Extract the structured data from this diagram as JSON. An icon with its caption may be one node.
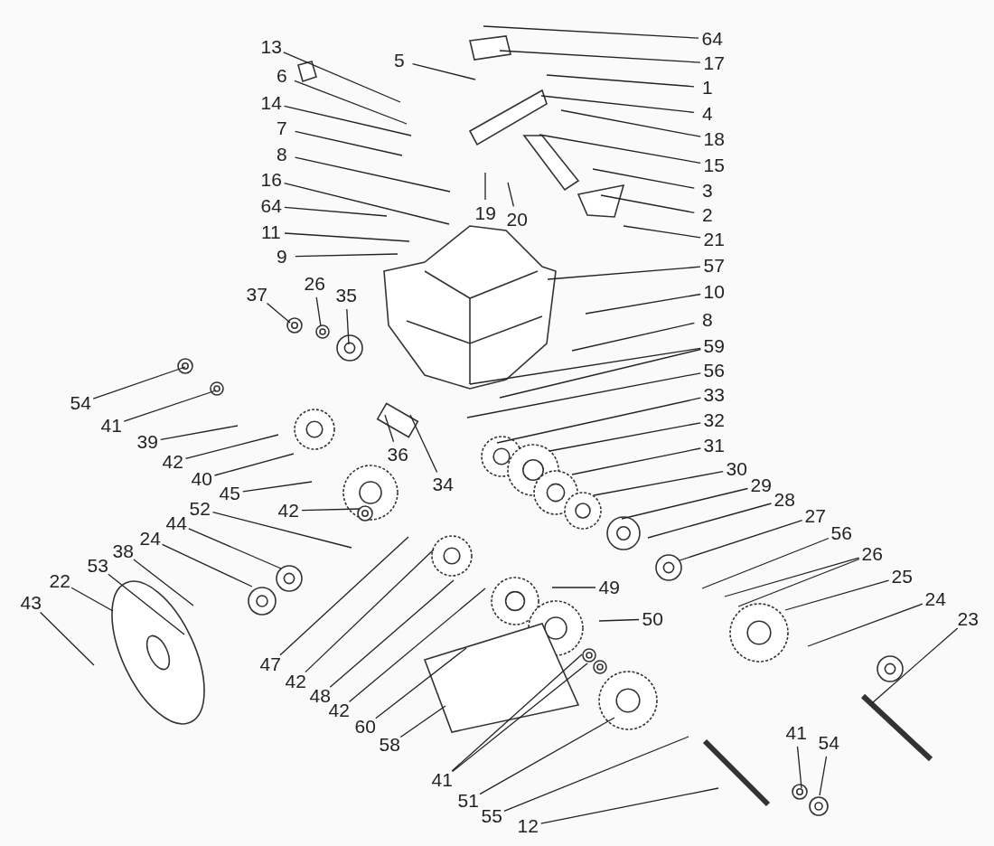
{
  "diagram": {
    "nodes": [
      {
        "text": [
          "64"
        ]
      },
      {
        "text": [
          "13"
        ]
      },
      {
        "text": [
          "5"
        ]
      },
      {
        "text": [
          "17"
        ]
      },
      {
        "text": [
          "6"
        ]
      },
      {
        "text": [
          "1"
        ]
      },
      {
        "text": [
          "14"
        ]
      },
      {
        "text": [
          "4"
        ]
      },
      {
        "text": [
          "7"
        ]
      },
      {
        "text": [
          "18"
        ]
      },
      {
        "text": [
          "8"
        ]
      },
      {
        "text": [
          "15"
        ]
      },
      {
        "text": [
          "16"
        ]
      },
      {
        "text": [
          "3"
        ]
      },
      {
        "text": [
          "64"
        ]
      },
      {
        "text": [
          "19"
        ]
      },
      {
        "text": [
          "2"
        ]
      },
      {
        "text": [
          "20"
        ]
      },
      {
        "text": [
          "11"
        ]
      },
      {
        "text": [
          "21"
        ]
      },
      {
        "text": [
          "9"
        ]
      },
      {
        "text": [
          "57"
        ]
      },
      {
        "text": [
          "26"
        ]
      },
      {
        "text": [
          "10"
        ]
      },
      {
        "text": [
          "37"
        ]
      },
      {
        "text": [
          "35"
        ]
      },
      {
        "text": [
          "8"
        ]
      },
      {
        "text": [
          "59"
        ]
      },
      {
        "text": [
          "56"
        ]
      },
      {
        "text": [
          "33"
        ]
      },
      {
        "text": [
          "54"
        ]
      },
      {
        "text": [
          "32"
        ]
      },
      {
        "text": [
          "41"
        ]
      },
      {
        "text": [
          "39"
        ]
      },
      {
        "text": [
          "31"
        ]
      },
      {
        "text": [
          "36"
        ]
      },
      {
        "text": [
          "42"
        ]
      },
      {
        "text": [
          "30"
        ]
      },
      {
        "text": [
          "40"
        ]
      },
      {
        "text": [
          "34"
        ]
      },
      {
        "text": [
          "29"
        ]
      },
      {
        "text": [
          "45"
        ]
      },
      {
        "text": [
          "28"
        ]
      },
      {
        "text": [
          "52"
        ]
      },
      {
        "text": [
          "42"
        ]
      },
      {
        "text": [
          "27"
        ]
      },
      {
        "text": [
          "44"
        ]
      },
      {
        "text": [
          "56"
        ]
      },
      {
        "text": [
          "24"
        ]
      },
      {
        "text": [
          "38"
        ]
      },
      {
        "text": [
          "26"
        ]
      },
      {
        "text": [
          "53"
        ]
      },
      {
        "text": [
          "25"
        ]
      },
      {
        "text": [
          "22"
        ]
      },
      {
        "text": [
          "49"
        ]
      },
      {
        "text": [
          "24"
        ]
      },
      {
        "text": [
          "43"
        ]
      },
      {
        "text": [
          "23"
        ]
      },
      {
        "text": [
          "50"
        ]
      },
      {
        "text": [
          "47"
        ]
      },
      {
        "text": [
          "42"
        ]
      },
      {
        "text": [
          "48"
        ]
      },
      {
        "text": [
          "42"
        ]
      },
      {
        "text": [
          "60"
        ]
      },
      {
        "text": [
          "41"
        ]
      },
      {
        "text": [
          "54"
        ]
      },
      {
        "text": [
          "58"
        ]
      },
      {
        "text": [
          "41"
        ]
      },
      {
        "text": [
          "51"
        ]
      },
      {
        "text": [
          "55"
        ]
      },
      {
        "text": [
          "12"
        ]
      }
    ],
    "edges": [
      {
        "from": 0,
        "to": null,
        "arrow": "none"
      },
      {
        "from": 1,
        "to": null,
        "arrow": "none"
      },
      {
        "from": 2,
        "to": null,
        "arrow": "none"
      },
      {
        "from": 3,
        "to": null,
        "arrow": "none"
      },
      {
        "from": 4,
        "to": null,
        "arrow": "none"
      },
      {
        "from": 5,
        "to": null,
        "arrow": "none"
      },
      {
        "from": 6,
        "to": null,
        "arrow": "none"
      },
      {
        "from": 7,
        "to": null,
        "arrow": "none"
      },
      {
        "from": 8,
        "to": null,
        "arrow": "none"
      },
      {
        "from": 9,
        "to": null,
        "arrow": "none"
      },
      {
        "from": 10,
        "to": null,
        "arrow": "none"
      },
      {
        "from": 11,
        "to": null,
        "arrow": "none"
      },
      {
        "from": 12,
        "to": null,
        "arrow": "none"
      },
      {
        "from": 13,
        "to": null,
        "arrow": "none"
      },
      {
        "from": 14,
        "to": null,
        "arrow": "none"
      },
      {
        "from": 15,
        "to": null,
        "arrow": "none"
      },
      {
        "from": 16,
        "to": null,
        "arrow": "none"
      },
      {
        "from": 17,
        "to": null,
        "arrow": "none"
      },
      {
        "from": 18,
        "to": null,
        "arrow": "none"
      },
      {
        "from": 19,
        "to": null,
        "arrow": "none"
      },
      {
        "from": 20,
        "to": null,
        "arrow": "none"
      },
      {
        "from": 21,
        "to": null,
        "arrow": "none"
      },
      {
        "from": 22,
        "to": null,
        "arrow": "none"
      },
      {
        "from": 23,
        "to": null,
        "arrow": "none"
      },
      {
        "from": 24,
        "to": null,
        "arrow": "none"
      },
      {
        "from": 25,
        "to": null,
        "arrow": "none"
      },
      {
        "from": 26,
        "to": null,
        "arrow": "none"
      },
      {
        "from": 27,
        "to": null,
        "arrow": "none"
      },
      {
        "from": 27,
        "to": null,
        "arrow": "none"
      },
      {
        "from": 28,
        "to": null,
        "arrow": "none"
      },
      {
        "from": 29,
        "to": null,
        "arrow": "none"
      },
      {
        "from": 30,
        "to": null,
        "arrow": "none"
      },
      {
        "from": 31,
        "to": null,
        "arrow": "none"
      },
      {
        "from": 32,
        "to": null,
        "arrow": "none"
      },
      {
        "from": 33,
        "to": null,
        "arrow": "none"
      },
      {
        "from": 34,
        "to": null,
        "arrow": "none"
      },
      {
        "from": 35,
        "to": null,
        "arrow": "none"
      },
      {
        "from": 36,
        "to": null,
        "arrow": "none"
      },
      {
        "from": 37,
        "to": null,
        "arrow": "none"
      },
      {
        "from": 38,
        "to": null,
        "arrow": "none"
      },
      {
        "from": 39,
        "to": null,
        "arrow": "none"
      },
      {
        "from": 40,
        "to": null,
        "arrow": "none"
      },
      {
        "from": 41,
        "to": null,
        "arrow": "none"
      },
      {
        "from": 42,
        "to": null,
        "arrow": "none"
      },
      {
        "from": 43,
        "to": null,
        "arrow": "none"
      },
      {
        "from": 44,
        "to": null,
        "arrow": "none"
      },
      {
        "from": 45,
        "to": null,
        "arrow": "none"
      },
      {
        "from": 46,
        "to": null,
        "arrow": "none"
      },
      {
        "from": 47,
        "to": null,
        "arrow": "none"
      },
      {
        "from": 48,
        "to": null,
        "arrow": "none"
      },
      {
        "from": 49,
        "to": null,
        "arrow": "none"
      },
      {
        "from": 50,
        "to": null,
        "arrow": "none"
      },
      {
        "from": 50,
        "to": null,
        "arrow": "none"
      },
      {
        "from": 51,
        "to": null,
        "arrow": "none"
      },
      {
        "from": 52,
        "to": null,
        "arrow": "none"
      },
      {
        "from": 53,
        "to": null,
        "arrow": "none"
      },
      {
        "from": 54,
        "to": null,
        "arrow": "none"
      },
      {
        "from": 55,
        "to": null,
        "arrow": "none"
      },
      {
        "from": 56,
        "to": null,
        "arrow": "none"
      },
      {
        "from": 57,
        "to": null,
        "arrow": "none"
      },
      {
        "from": 58,
        "to": null,
        "arrow": "none"
      },
      {
        "from": 59,
        "to": null,
        "arrow": "none"
      },
      {
        "from": 60,
        "to": null,
        "arrow": "none"
      },
      {
        "from": 61,
        "to": null,
        "arrow": "none"
      },
      {
        "from": 62,
        "to": null,
        "arrow": "none"
      },
      {
        "from": 63,
        "to": null,
        "arrow": "none"
      },
      {
        "from": 64,
        "to": null,
        "arrow": "none"
      },
      {
        "from": 65,
        "to": null,
        "arrow": "none"
      },
      {
        "from": 66,
        "to": null,
        "arrow": "none"
      },
      {
        "from": 67,
        "to": null,
        "arrow": "none"
      },
      {
        "from": 67,
        "to": null,
        "arrow": "none"
      },
      {
        "from": 68,
        "to": null,
        "arrow": "none"
      },
      {
        "from": 69,
        "to": null,
        "arrow": "none"
      },
      {
        "from": 70,
        "to": null,
        "arrow": "none"
      }
    ]
  }
}
